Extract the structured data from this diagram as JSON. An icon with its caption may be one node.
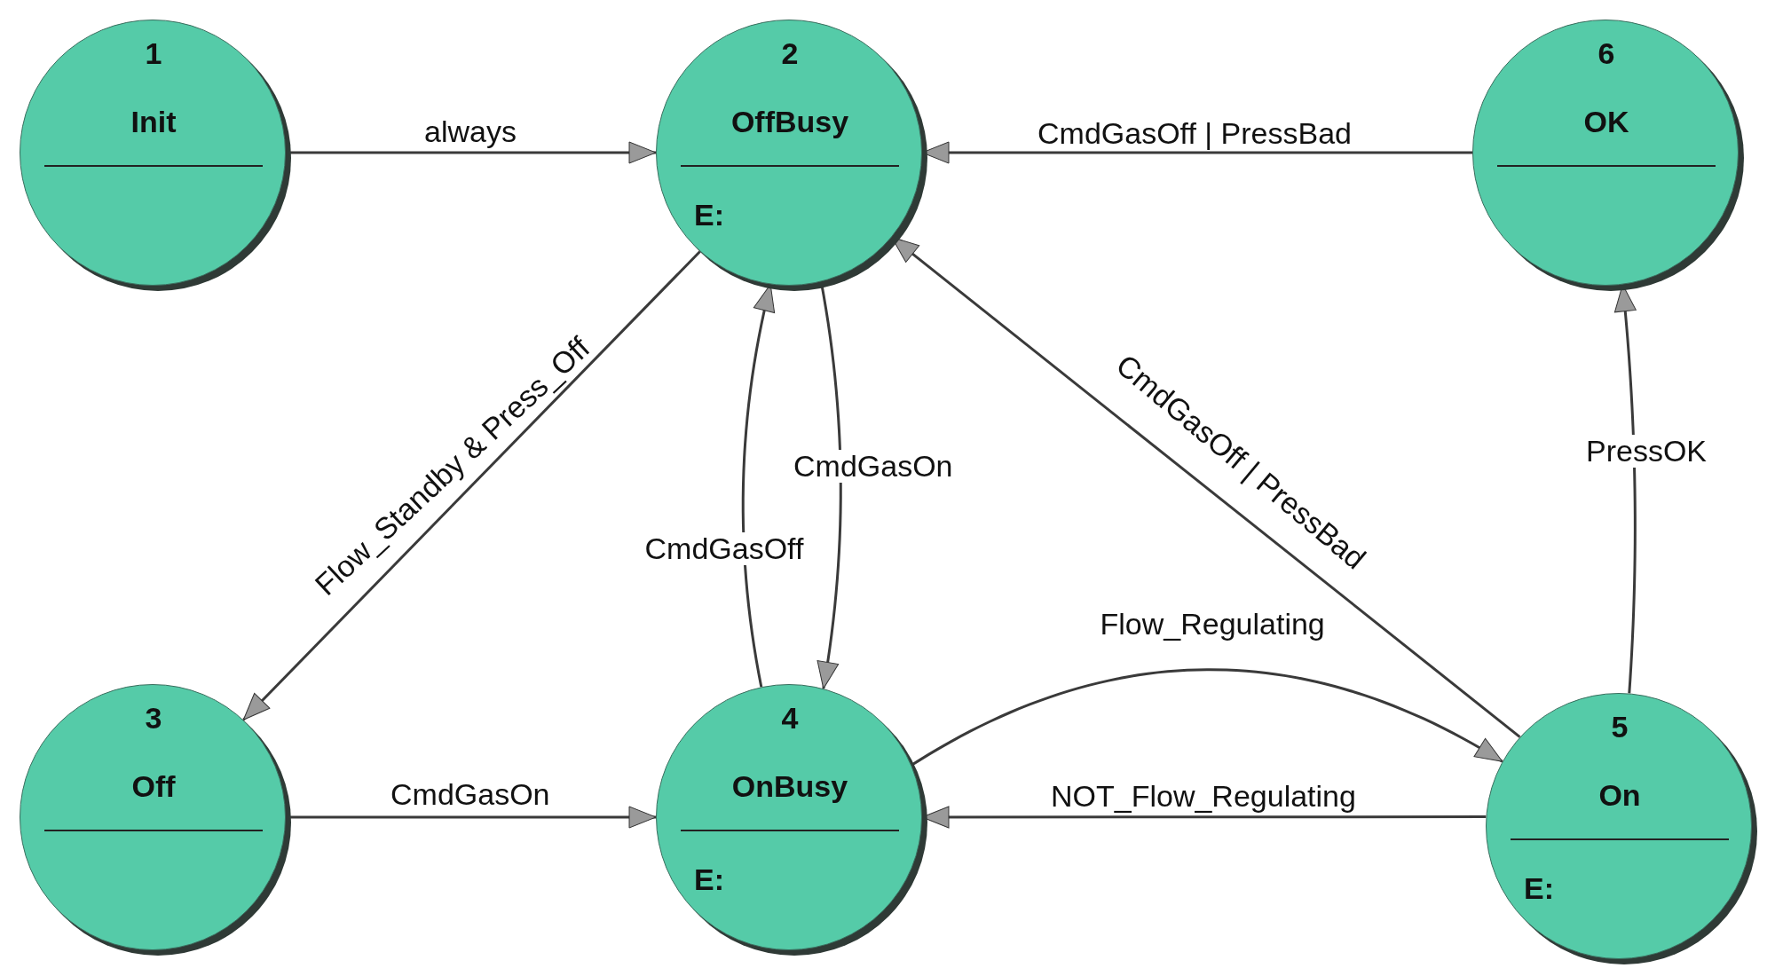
{
  "diagram": {
    "nodes": [
      {
        "text": [
          "1",
          "Init"
        ]
      },
      {
        "text": [
          "2",
          "OffBusy",
          "E:"
        ]
      },
      {
        "text": [
          "3",
          "Off"
        ]
      },
      {
        "text": [
          "4",
          "OnBusy",
          "E:"
        ]
      },
      {
        "text": [
          "5",
          "On",
          "E:"
        ]
      },
      {
        "text": [
          "6",
          "OK"
        ]
      }
    ],
    "edges": [
      {
        "from": 0,
        "to": 1,
        "arrow": "to",
        "label": "always"
      },
      {
        "from": 5,
        "to": 1,
        "arrow": "to",
        "label": "CmdGasOff | PressBad"
      },
      {
        "from": 1,
        "to": 2,
        "arrow": "to",
        "label": "Flow_Standby & Press_Off"
      },
      {
        "from": 3,
        "to": 1,
        "arrow": "to",
        "label": "CmdGasOff"
      },
      {
        "from": 1,
        "to": 3,
        "arrow": "to",
        "label": "CmdGasOn"
      },
      {
        "from": 4,
        "to": 1,
        "arrow": "to",
        "label": "CmdGasOff | PressBad"
      },
      {
        "from": 3,
        "to": 4,
        "arrow": "to",
        "label": "Flow_Regulating"
      },
      {
        "from": 4,
        "to": 3,
        "arrow": "to",
        "label": "NOT_Flow_Regulating"
      },
      {
        "from": 2,
        "to": 3,
        "arrow": "to",
        "label": "CmdGasOn"
      },
      {
        "from": 4,
        "to": 5,
        "arrow": "to",
        "label": "PressOK"
      }
    ]
  }
}
